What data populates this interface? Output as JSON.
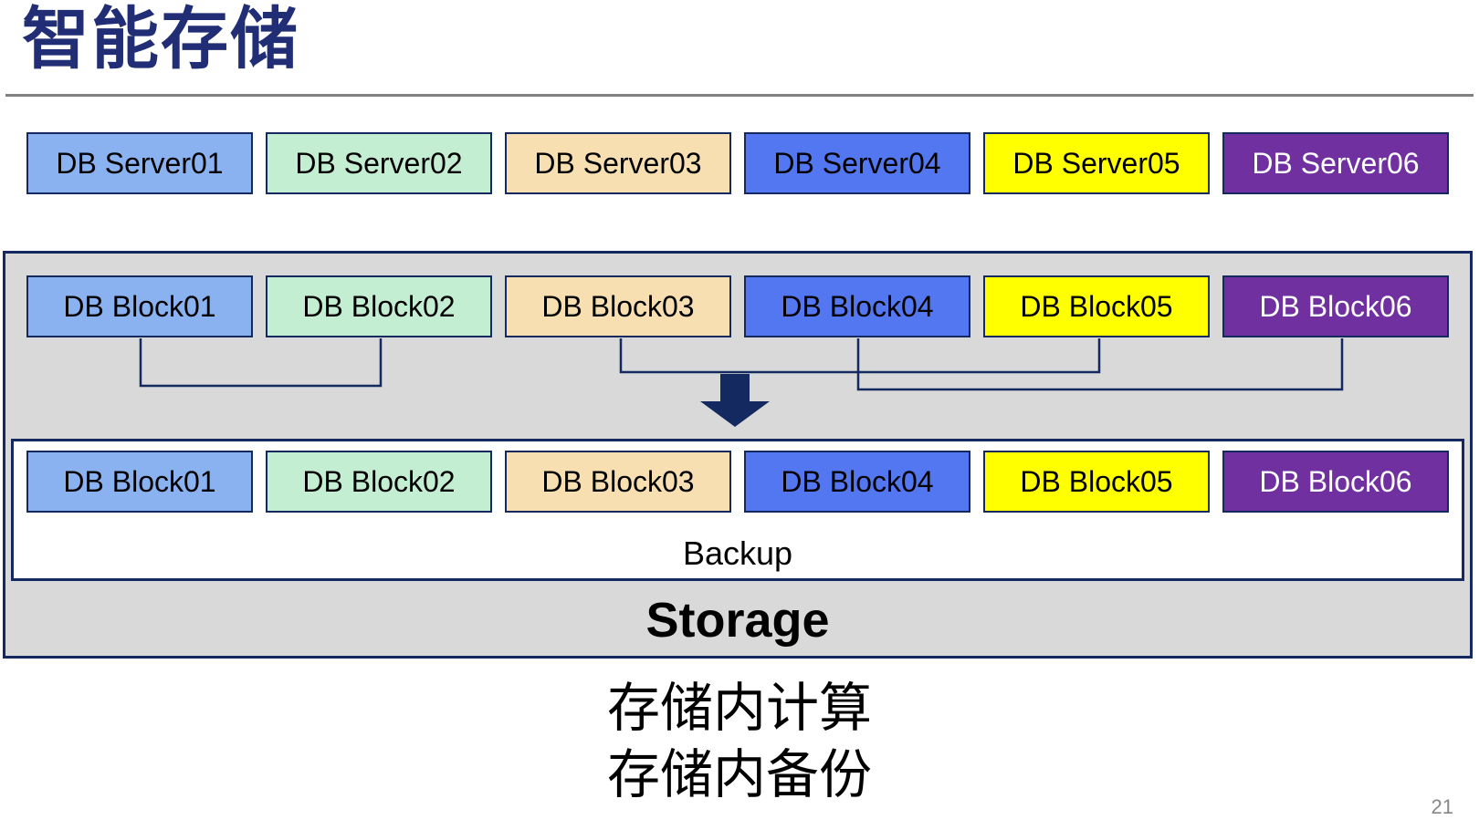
{
  "colors": {
    "navy": "#132960",
    "title-color": "#212D74",
    "gray-fill": "#D9D9D9",
    "rule": "#808080",
    "muted": "#878787"
  },
  "title": "智能存储",
  "page_number": "21",
  "caption": {
    "line1": "存储内计算",
    "line2": "存储内备份"
  },
  "servers": [
    {
      "label": "DB Server01",
      "bg": "#8AB2F0",
      "fg": "#000000"
    },
    {
      "label": "DB Server02",
      "bg": "#C3EED2",
      "fg": "#000000"
    },
    {
      "label": "DB Server03",
      "bg": "#F7DFB2",
      "fg": "#000000"
    },
    {
      "label": "DB Server04",
      "bg": "#5377F0",
      "fg": "#000000"
    },
    {
      "label": "DB Server05",
      "bg": "#FFFF00",
      "fg": "#000000"
    },
    {
      "label": "DB Server06",
      "bg": "#7030A0",
      "fg": "#FFFFFF"
    }
  ],
  "storage": {
    "label": "Storage",
    "backup_label": "Backup",
    "blocks_upper": [
      {
        "label": "DB Block01",
        "bg": "#8AB2F0",
        "fg": "#000000"
      },
      {
        "label": "DB Block02",
        "bg": "#C3EED2",
        "fg": "#000000"
      },
      {
        "label": "DB Block03",
        "bg": "#F7DFB2",
        "fg": "#000000"
      },
      {
        "label": "DB Block04",
        "bg": "#5377F0",
        "fg": "#000000"
      },
      {
        "label": "DB Block05",
        "bg": "#FFFF00",
        "fg": "#000000"
      },
      {
        "label": "DB Block06",
        "bg": "#7030A0",
        "fg": "#FFFFFF"
      }
    ],
    "blocks_lower": [
      {
        "label": "DB Block01",
        "bg": "#8AB2F0",
        "fg": "#000000"
      },
      {
        "label": "DB Block02",
        "bg": "#C3EED2",
        "fg": "#000000"
      },
      {
        "label": "DB Block03",
        "bg": "#F7DFB2",
        "fg": "#000000"
      },
      {
        "label": "DB Block04",
        "bg": "#5377F0",
        "fg": "#000000"
      },
      {
        "label": "DB Block05",
        "bg": "#FFFF00",
        "fg": "#000000"
      },
      {
        "label": "DB Block06",
        "bg": "#7030A0",
        "fg": "#FFFFFF"
      }
    ]
  }
}
